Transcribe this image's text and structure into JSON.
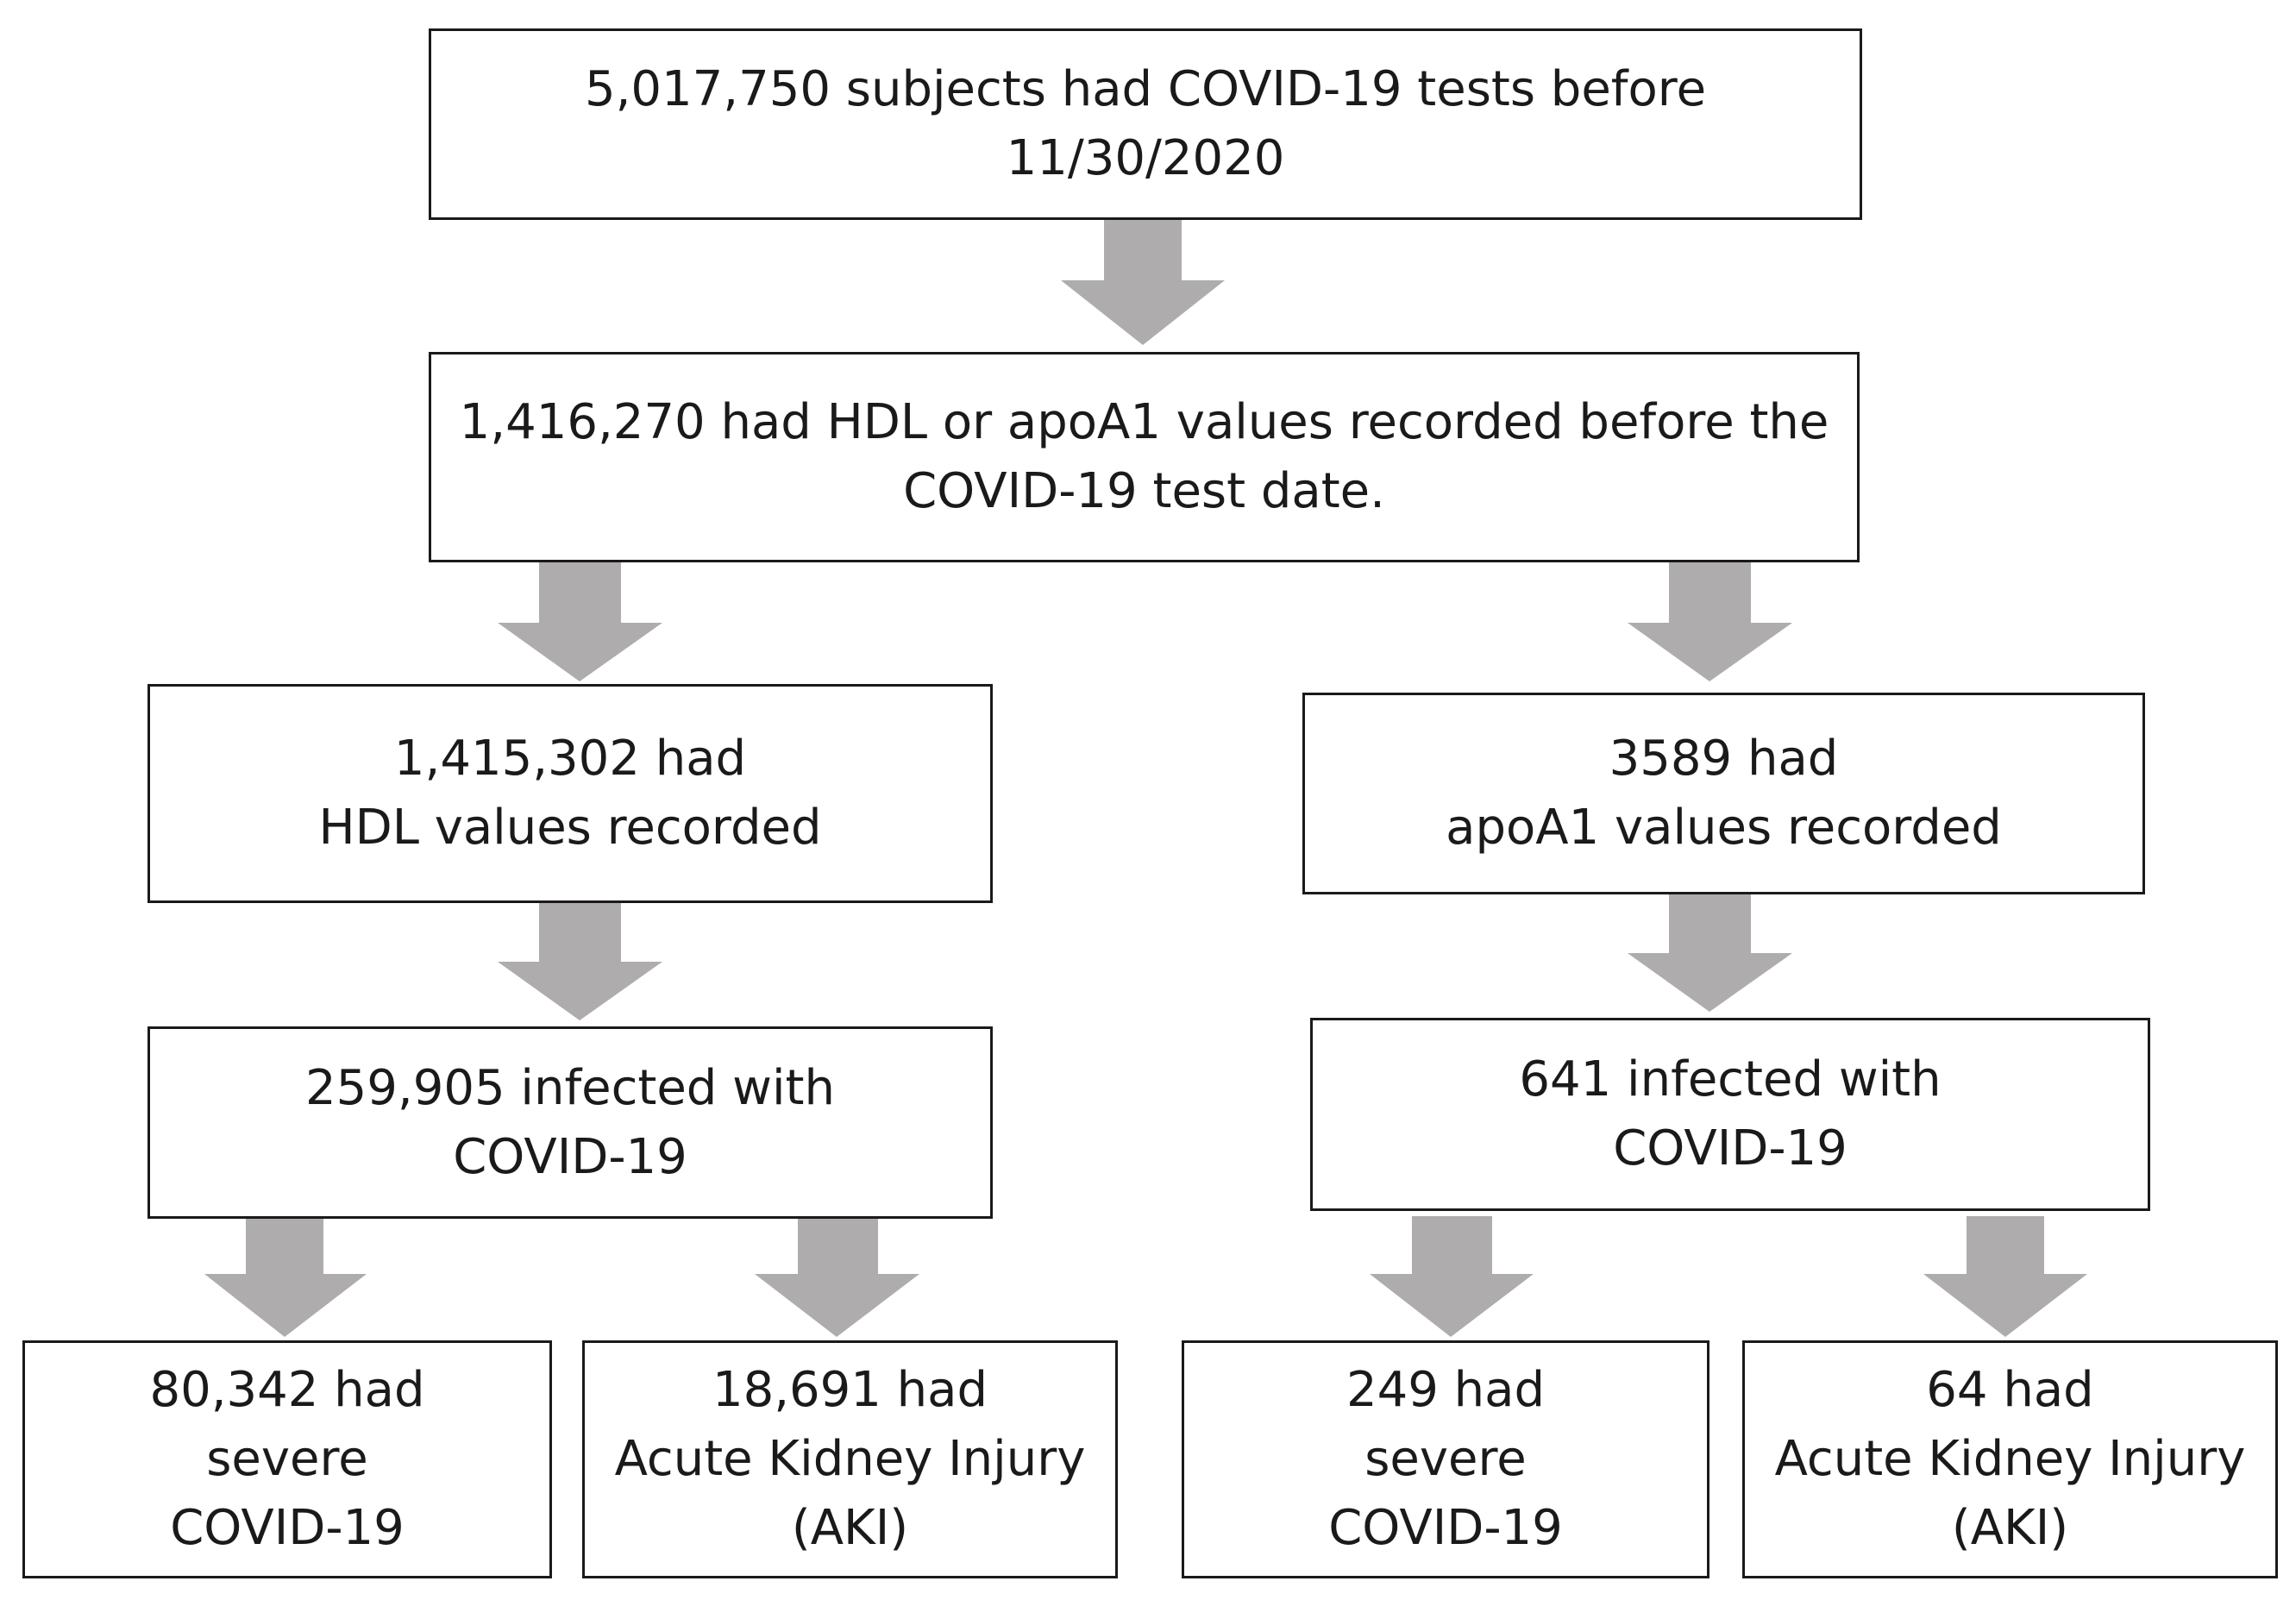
{
  "flowchart": {
    "root": {
      "lines": [
        "5,017,750 subjects had COVID-19 tests before",
        "11/30/2020"
      ]
    },
    "recorded": {
      "lines": [
        "1,416,270 had HDL or apoA1 values recorded before the",
        "COVID-19 test date."
      ]
    },
    "hdl": {
      "recorded": {
        "lines": [
          "1,415,302 had",
          "HDL values recorded"
        ]
      },
      "infected": {
        "lines": [
          "259,905 infected with",
          "COVID-19"
        ]
      },
      "severe": {
        "lines": [
          "80,342 had",
          "severe",
          "COVID-19"
        ]
      },
      "aki": {
        "lines": [
          "18,691 had",
          "Acute Kidney Injury",
          "(AKI)"
        ]
      }
    },
    "apoa1": {
      "recorded": {
        "lines": [
          "3589 had",
          "apoA1 values recorded"
        ]
      },
      "infected": {
        "lines": [
          "641 infected with",
          "COVID-19"
        ]
      },
      "severe": {
        "lines": [
          "249 had",
          "severe",
          "COVID-19"
        ]
      },
      "aki": {
        "lines": [
          "64 had",
          "Acute Kidney Injury",
          "(AKI)"
        ]
      }
    }
  },
  "colors": {
    "arrow": "#aeacac",
    "border": "#1a1a1a",
    "background": "#ffffff"
  }
}
